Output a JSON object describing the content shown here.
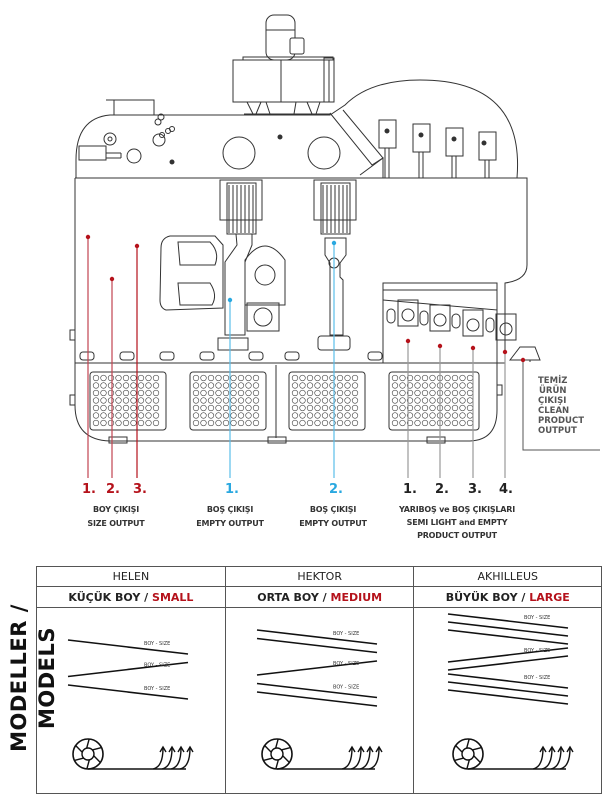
{
  "colors": {
    "accent_red": "#b5121b",
    "accent_blue": "#29a8e0",
    "line_dark": "#222222",
    "leader_gray": "#999999"
  },
  "diagram": {
    "size_outputs": {
      "numbers": [
        "1.",
        "2.",
        "3."
      ],
      "label_tr": "BOY ÇIKIŞI",
      "label_en": "SIZE OUTPUT"
    },
    "empty_output_1": {
      "number": "1.",
      "label_tr": "BOŞ ÇIKIŞI",
      "label_en": "EMPTY OUTPUT"
    },
    "empty_output_2": {
      "number": "2.",
      "label_tr": "BOŞ ÇIKIŞI",
      "label_en": "EMPTY OUTPUT"
    },
    "semi_light_outputs": {
      "numbers": [
        "1.",
        "2.",
        "3.",
        "4."
      ],
      "label_tr": "YARIBOŞ ve BOŞ ÇIKIŞLARI",
      "label_en_line1": "SEMI LIGHT and EMPTY",
      "label_en_line2": "PRODUCT OUTPUT"
    },
    "clean_output": {
      "lines": [
        "TEMİZ",
        "ÜRÜN",
        "ÇIKIŞI",
        "CLEAN",
        "PRODUCT",
        "OUTPUT"
      ]
    }
  },
  "models": {
    "side_title": "MODELLER / MODELS",
    "columns": [
      {
        "name": "HELEN",
        "size_tr": "KÜÇÜK BOY / ",
        "size_en": "SMALL",
        "screen_label": "BOY - SIZE",
        "deck_groups": [
          1,
          1,
          1
        ]
      },
      {
        "name": "HEKTOR",
        "size_tr": "ORTA BOY / ",
        "size_en": "MEDIUM",
        "screen_label": "BOY - SIZE",
        "deck_groups": [
          2,
          1,
          2
        ]
      },
      {
        "name": "AKHILLEUS",
        "size_tr": "BÜYÜK BOY / ",
        "size_en": "LARGE",
        "screen_label": "BOY - SIZE",
        "deck_groups": [
          3,
          2,
          3
        ]
      }
    ]
  }
}
